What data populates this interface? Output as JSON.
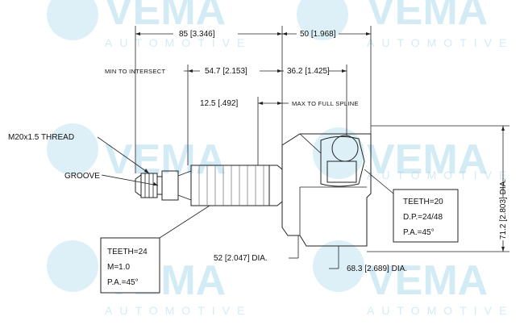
{
  "watermark": {
    "brand": "VEMA",
    "subtitle": "AUTOMOTIVE"
  },
  "dimensions": {
    "overall_85": "85 [3.346]",
    "bell_50": "50 [1.968]",
    "min_to_intersect_label": "MIN TO INTERSECT",
    "min_to_intersect_value": "54.7 [2.153]",
    "to_spline_36": "36.2 [1.425]",
    "spline_12": "12.5 [.492]",
    "max_to_full_spline_label": "MAX TO FULL SPLINE",
    "thread": "M20x1.5 THREAD",
    "groove": "GROOVE",
    "dia_52": "52 [2.047] DIA.",
    "dia_68": "68.3 [2.689] DIA.",
    "dia_71": "71.2 [2.803] DIA."
  },
  "spec_outer": {
    "teeth": "TEETH=24",
    "module": "M=1.0",
    "pa": "P.A.=45°"
  },
  "spec_inner": {
    "teeth": "TEETH=20",
    "dp": "D.P.=24/48",
    "pa": "P.A.=45°"
  }
}
